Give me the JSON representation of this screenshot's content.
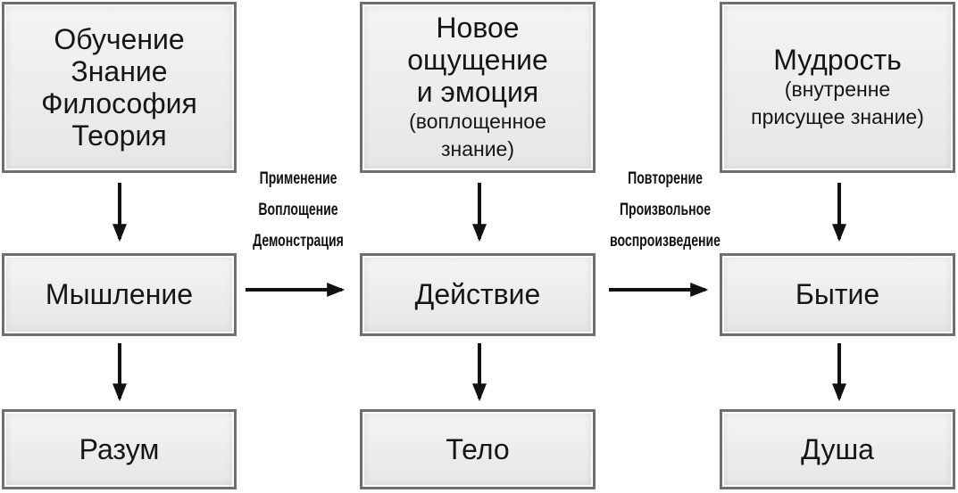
{
  "columns": [
    {
      "top": [
        "Обучение",
        "Знание",
        "Философия",
        "Теория"
      ],
      "top_note": [],
      "middle": "Мышление",
      "bottom": "Разум"
    },
    {
      "top": [
        "Новое",
        "ощущение",
        "и эмоция"
      ],
      "top_note": [
        "(воплощенное",
        "знание)"
      ],
      "middle": "Действие",
      "bottom": "Тело"
    },
    {
      "top": [
        "Мудрость"
      ],
      "top_note": [
        "(внутренне",
        "присущее знание)"
      ],
      "middle": "Бытие",
      "bottom": "Душа"
    }
  ],
  "transitions": [
    [
      "Применение",
      "Воплощение",
      "Демонстрация"
    ],
    [
      "Повторение",
      "Произвольное",
      "воспроизведение"
    ]
  ],
  "colors": {
    "box_border": "#6f6f6f",
    "box_fill": "#ececec",
    "arrow": "#111111"
  }
}
